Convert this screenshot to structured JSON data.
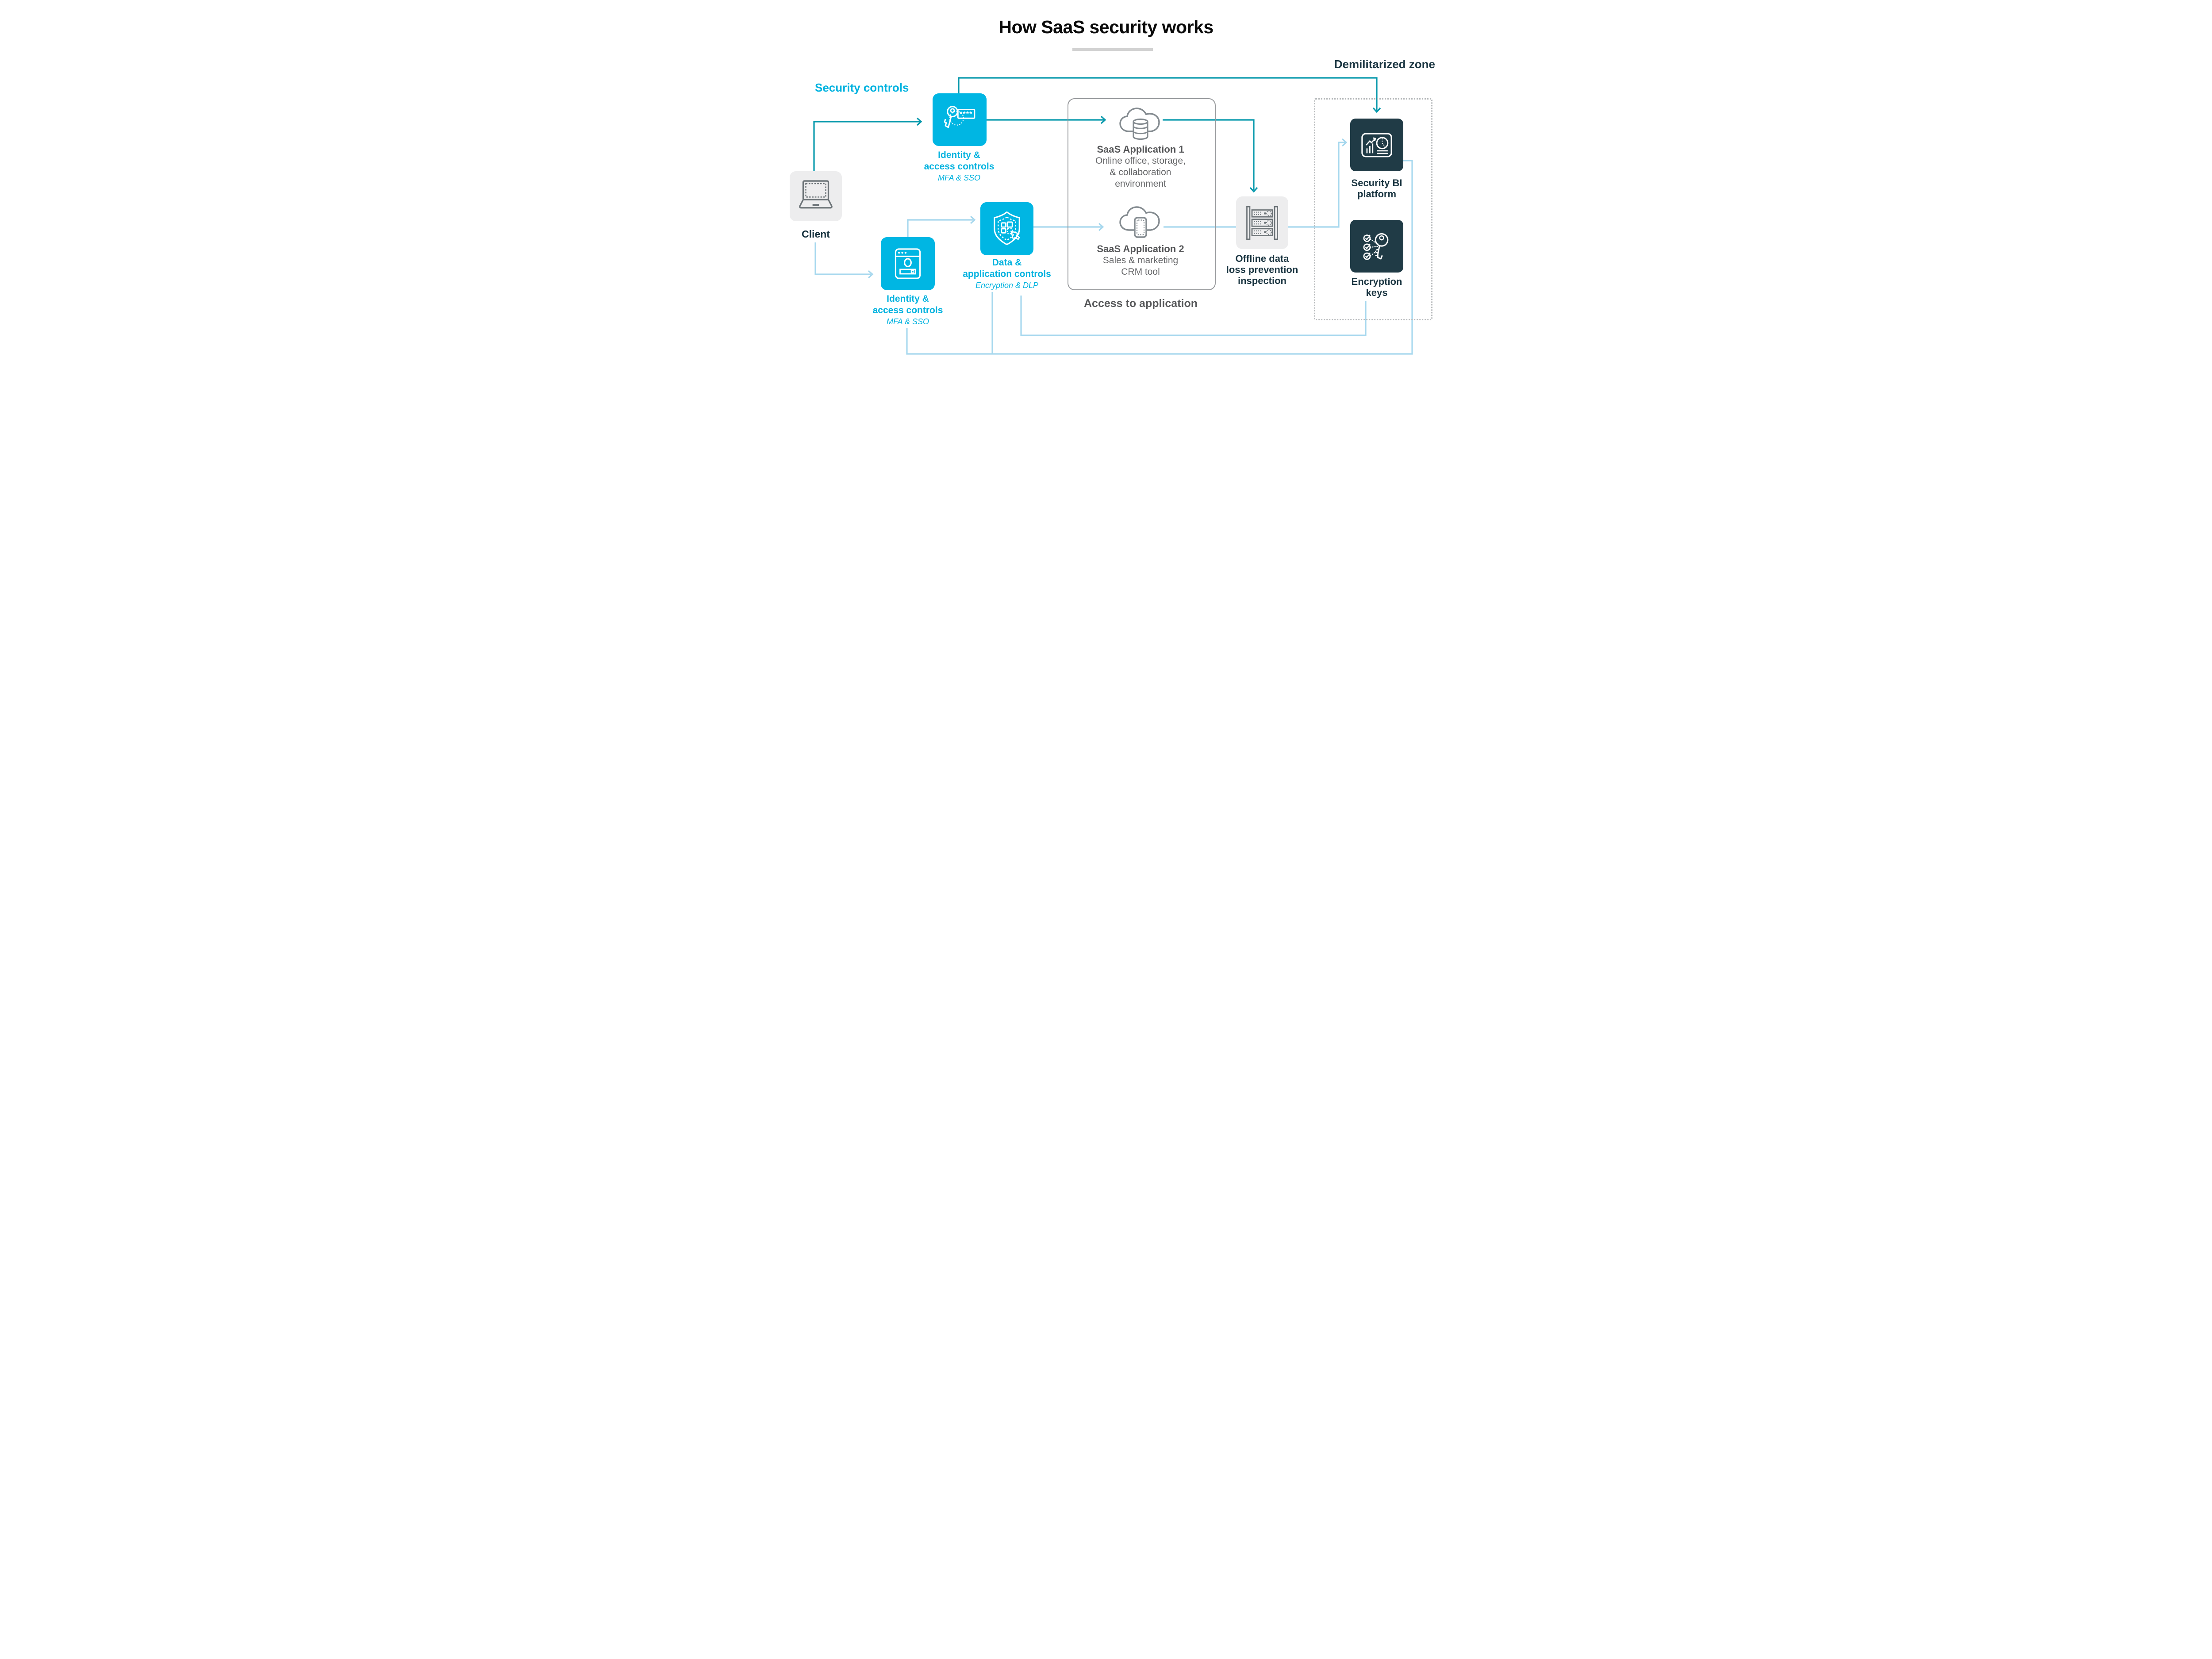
{
  "title": "How SaaS security works",
  "section_labels": {
    "security_controls": "Security controls",
    "demilitarized_zone": "Demilitarized zone",
    "access_to_application": "Access to application"
  },
  "colors": {
    "cyan_box": "#00b6e3",
    "cyan_text": "#00b2df",
    "teal_line": "#0899ac",
    "light_blue_line": "#a7d8ee",
    "dark_panel": "#203b46",
    "dark_text": "#1b3642",
    "gray_panel": "#ededee",
    "saas_text": "#656668",
    "saas_text_bold": "#565759",
    "container_border": "#97999c",
    "dmz_border": "#b7babc",
    "title_underline": "#d2d2d2"
  },
  "nodes": {
    "client": {
      "label": "Client",
      "icon": "laptop-icon"
    },
    "identity_access_1": {
      "line1": "Identity &",
      "line2": "access controls",
      "subtitle": "MFA & SSO",
      "icon": "key-password-icon",
      "password_mask": "****"
    },
    "identity_access_2": {
      "line1": "Identity &",
      "line2": "access controls",
      "subtitle": "MFA & SSO",
      "icon": "browser-window-icon"
    },
    "data_app_controls": {
      "line1": "Data &",
      "line2": "application controls",
      "subtitle": "Encryption & DLP",
      "icon": "shield-apps-cursor-icon"
    },
    "saas_app_1": {
      "title": "SaaS Application 1",
      "line1": "Online office, storage,",
      "line2": "& collaboration",
      "line3": "environment",
      "icon": "cloud-database-icon"
    },
    "saas_app_2": {
      "title": "SaaS Application 2",
      "line1": "Sales & marketing",
      "line2": "CRM tool",
      "icon": "cloud-app-icon"
    },
    "offline_dlp": {
      "line1": "Offline data",
      "line2": "loss prevention",
      "line3": "inspection",
      "icon": "server-rack-icon"
    },
    "security_bi": {
      "line1": "Security BI",
      "line2": "platform",
      "icon": "bi-dashboard-icon"
    },
    "encryption_keys": {
      "line1": "Encryption",
      "line2": "keys",
      "icon": "key-checklist-icon"
    }
  }
}
